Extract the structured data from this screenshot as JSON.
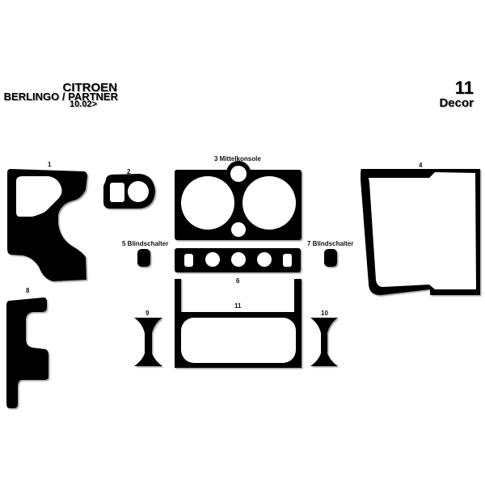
{
  "header": {
    "brand": "CITROEN",
    "model": "BERLINGO / PARTNER",
    "date": "10.02>"
  },
  "kit": {
    "count": "11",
    "label": "Decor"
  },
  "parts": [
    {
      "id": "1",
      "label": "1"
    },
    {
      "id": "2",
      "label": "2"
    },
    {
      "id": "3",
      "label": "3 Mittelkonsole"
    },
    {
      "id": "4",
      "label": "4"
    },
    {
      "id": "5",
      "label": "5 Blindschalter"
    },
    {
      "id": "6",
      "label": "6"
    },
    {
      "id": "7",
      "label": "7 Blindschalter"
    },
    {
      "id": "8",
      "label": "8"
    },
    {
      "id": "9",
      "label": "9"
    },
    {
      "id": "10",
      "label": "10"
    },
    {
      "id": "11",
      "label": "11"
    }
  ]
}
